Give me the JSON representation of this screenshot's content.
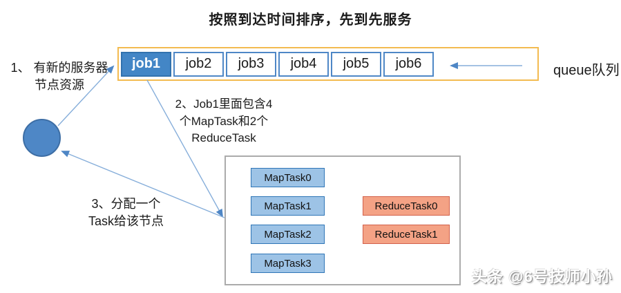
{
  "title": "按照到达时间排序，先到先服务",
  "queue": {
    "label": "queue队列",
    "jobs": [
      "job1",
      "job2",
      "job3",
      "job4",
      "job5",
      "job6"
    ],
    "active_job": "job1"
  },
  "annotations": {
    "step1": {
      "lines": [
        "1、 有新的服务器",
        "节点资源"
      ]
    },
    "step2": {
      "lines": [
        "2、Job1里面包含4",
        "个MapTask和2个",
        "ReduceTask"
      ]
    },
    "step3": {
      "lines": [
        "3、分配一个",
        "Task给该节点"
      ]
    }
  },
  "task_panel": {
    "map_tasks": [
      "MapTask0",
      "MapTask1",
      "MapTask2",
      "MapTask3"
    ],
    "reduce_tasks": [
      "ReduceTask0",
      "ReduceTask1"
    ]
  },
  "watermark": "头条 @6号技师小孙",
  "colors": {
    "queue_border": "#F3BB50",
    "job_blue": "#4386C6",
    "node_circle": "#4E87C6",
    "map_task_fill": "#9DC3E6",
    "map_task_border": "#2E75B6",
    "reduce_task_fill": "#F4A285",
    "reduce_task_border": "#D2604A",
    "arrow_line": "#86AEDA",
    "arrow_head": "#4E86C5",
    "task_panel_border": "#ABABAB"
  }
}
